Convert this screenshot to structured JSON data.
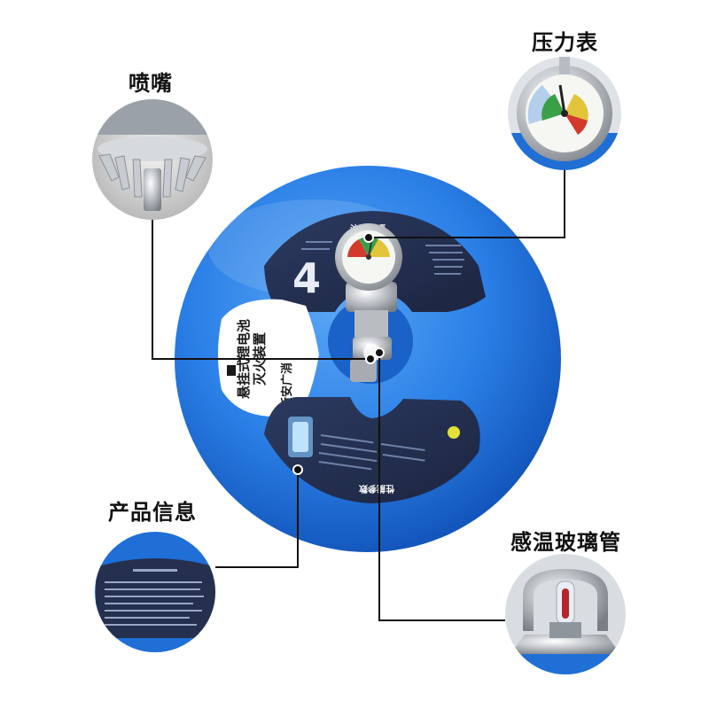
{
  "callouts": {
    "nozzle": "喷嘴",
    "pressure_gauge": "压力表",
    "product_info": "产品信息",
    "glass_bulb": "感温玻璃管"
  },
  "device": {
    "panel_number": "4",
    "brand": "浙安广消",
    "title_line1": "悬挂式锂电池",
    "title_line2": "灭火装置",
    "top_panel_heading": "注意事项",
    "bottom_panel_heading": "性能参数"
  },
  "colors": {
    "device_blue": "#1f6fd6",
    "panel_navy": "#25304f",
    "callout_line": "#111111"
  }
}
